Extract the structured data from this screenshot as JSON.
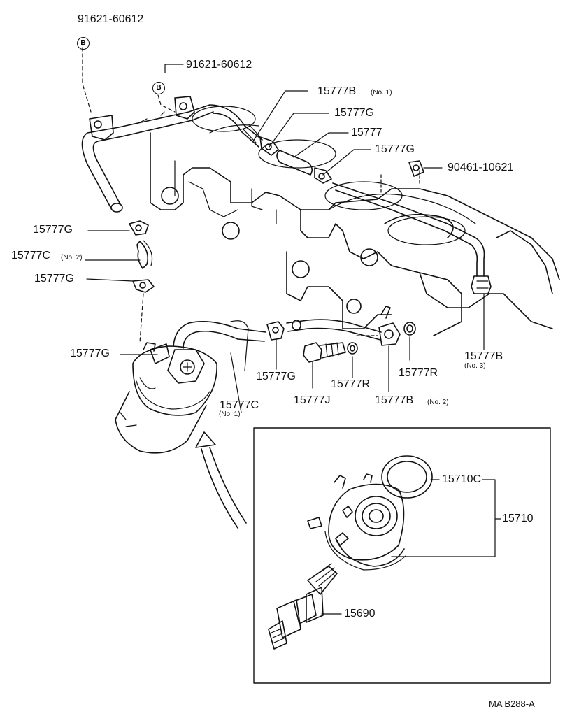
{
  "callouts": {
    "p91621_top": "91621-60612",
    "p91621_mid": "91621-60612",
    "bolt_marker_a": "B",
    "bolt_marker_b": "B",
    "p15777B_no1": "15777B",
    "p15777B_no1_sub": "(No. 1)",
    "p15777G_a": "15777G",
    "p15777": "15777",
    "p15777G_b": "15777G",
    "p90461": "90461-10621",
    "p15777G_c": "15777G",
    "p15777C_no2": "15777C",
    "p15777C_no2_sub": "(No. 2)",
    "p15777G_d": "15777G",
    "p15777G_e": "15777G",
    "p15777G_f": "15777G",
    "p15777C_no1": "15777C",
    "p15777C_no1_sub": "(No. 1)",
    "p15777J": "15777J",
    "p15777R_a": "15777R",
    "p15777R_b": "15777R",
    "p15777B_no2": "15777B",
    "p15777B_no2_sub": "(No. 2)",
    "p15777B_no3": "15777B",
    "p15777B_no3_sub": "(No. 3)",
    "p15710C": "15710C",
    "p15710": "15710",
    "p15690": "15690"
  },
  "footer_code": "MA  B288-A"
}
